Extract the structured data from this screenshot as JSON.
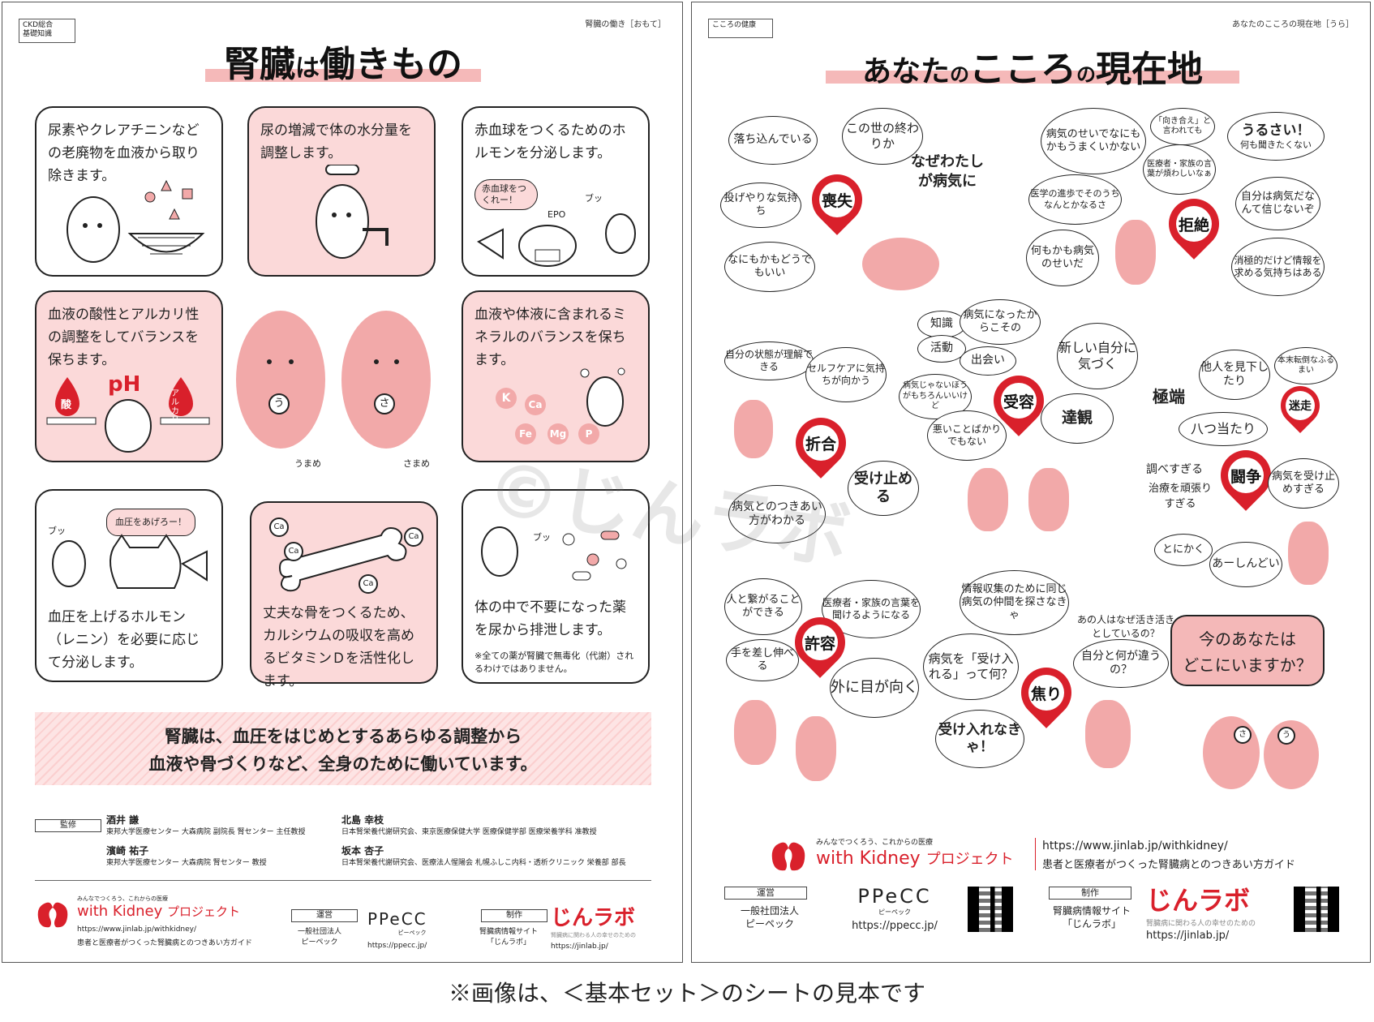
{
  "left": {
    "tag": [
      "CKD総合",
      "基礎知識"
    ],
    "corner": "腎臓の働き［おもて］",
    "title": {
      "a": "腎臓",
      "b": "は",
      "c": "働きもの"
    },
    "panels": {
      "p1": "尿素やクレアチニンなどの老廃物を血液から取り除きます。",
      "p2": "尿の増減で体の水分量を調整します。",
      "p3": "赤血球をつくるためのホルモンを分泌します。",
      "p3_bubble": "赤血球をつくれー！",
      "p3_epo": "EPO",
      "p3_sfx": "ブッ",
      "p4": "血液の酸性とアルカリ性の調整をしてバランスを保ちます。",
      "p4_acid": "酸",
      "p4_ph": "pH",
      "p4_alk": "アルカリ",
      "p5": "血液や体液に含まれるミネラルのバランスを保ちます。",
      "p5_minerals": [
        "K",
        "Ca",
        "Fe",
        "Mg",
        "P"
      ],
      "p6": "血圧を上げるホルモン（レニン）を必要に応じて分泌します。",
      "p6_bubble": "血圧をあげろー！",
      "p6_sfx": "ブッ",
      "p7": "丈夫な骨をつくるため、カルシウムの吸収を高めるビタミンＤを活性化します。",
      "p7_ca": "Ca",
      "p8": "体の中で不要になった薬を尿から排泄します。",
      "p8_note": "※全ての薬が腎臓で無毒化（代謝）されるわけではありません。",
      "p8_sfx": "ブッ"
    },
    "characters": {
      "left_badge": "う",
      "left_name": "うまめ",
      "right_badge": "さ",
      "right_name": "さまめ"
    },
    "band": [
      "腎臓は、血圧をはじめとするあらゆる調整から",
      "血液や骨づくりなど、全身のために働いています。"
    ],
    "supervision_label": "監修",
    "supervisors": [
      {
        "name": "酒井 謙",
        "aff": "東邦大学医療センター 大森病院 副院長 腎センター 主任教授"
      },
      {
        "name": "北島 幸枝",
        "aff": "日本腎栄養代謝研究会、東京医療保健大学 医療保健学部 医療栄養学科 准教授"
      },
      {
        "name": "濱崎 祐子",
        "aff": "東邦大学医療センター 大森病院 腎センター 教授"
      },
      {
        "name": "坂本 杏子",
        "aff": "日本腎栄養代謝研究会、医療法人惺陽会 札幌ふしこ内科・透析クリニック 栄養部 部長"
      }
    ],
    "footer": {
      "wk_small": "みんなでつくろう、これからの医療",
      "wk_name": "with Kidney",
      "wk_proj": "プロジェクト",
      "wk_url": "https://www.jinlab.jp/withkidney/",
      "wk_desc": "患者と医療者がつくった腎臓病とのつきあい方ガイド",
      "op_label": "運営",
      "op_org": [
        "一般社団法人",
        "ピーペック"
      ],
      "ppecc": "PPeCC",
      "ppecc_kana": "ピーペック",
      "ppecc_url": "https://ppecc.jp/",
      "made_label": "制作",
      "made_org": [
        "腎臓病情報サイト",
        "「じんラボ」"
      ],
      "jinlab": "じんラボ",
      "jinlab_sub": "腎臓病に関わる人の幸せのための",
      "jinlab_url": "https://jinlab.jp/"
    }
  },
  "right": {
    "tag": "こころの健康",
    "corner": "あなたのこころの現在地［うら］",
    "title": {
      "a": "あなた",
      "b": "の",
      "c": "こころ",
      "d": "の",
      "e": "現在地"
    },
    "pins": [
      "喪失",
      "拒絶",
      "受容",
      "折合",
      "闘争",
      "迷走",
      "許容",
      "焦り"
    ],
    "bubbles": {
      "b1": "落ち込んでいる",
      "b2": "この世の終わりか",
      "b3": "なぜわたしが病気に",
      "b4": "投げやりな気持ち",
      "b5": "なにもかもどうでもいい",
      "b6": "病気のせいでなにもかもうまくいかない",
      "b7": "「向き合え」と言われても",
      "b8": "うるさい！",
      "b8s": "何も聞きたくない",
      "b9": "医療者・家族の言葉が煩わしいなぁ",
      "b10": "医学の進歩でそのうちなんとかなるさ",
      "b11": "自分は病気だなんて信じないぞ",
      "b12": "何もかも病気のせいだ",
      "b13": "消極的だけど情報を求める気持ちはある",
      "b14": "知識",
      "b15": "活動",
      "b16": "病気になったからこその",
      "b17": "出会い",
      "b18": "新しい自分に気づく",
      "b19": "自分の状態が理解できる",
      "b20": "セルフケアに気持ちが向かう",
      "b21": "病気じゃないほうがもちろんいいけど",
      "b22": "悪いことばかりでもない",
      "b23": "達観",
      "b24": "受け止める",
      "b25": "病気とのつきあい方がわかる",
      "b26": "極端",
      "b27": "他人を見下したり",
      "b28": "本末転倒なふるまい",
      "b29": "八つ当たり",
      "b30": "調べすぎる",
      "b31": "治療を頑張りすぎる",
      "b32": "病気を受け止めすぎる",
      "b33": "とにかく",
      "b34": "あーしんどい",
      "b35": "人と繋がることができる",
      "b36": "医療者・家族の言葉を聞けるようになる",
      "b37": "手を差し伸べる",
      "b38": "外に目が向く",
      "b39": "情報収集のために同じ病気の仲間を探さなきゃ",
      "b40": "あの人はなぜ活き活きとしているの？",
      "b41": "自分と何が違うの？",
      "b42": "病気を「受け入れる」って何？",
      "b43": "受け入れなきゃ！"
    },
    "question": [
      "今のあなたは",
      "どこにいますか？"
    ],
    "q_badges": [
      "さ",
      "う"
    ],
    "footer": {
      "wk_small": "みんなでつくろう、これからの医療",
      "wk_name": "with Kidney",
      "wk_proj": "プロジェクト",
      "wk_url": "https://www.jinlab.jp/withkidney/",
      "wk_desc": "患者と医療者がつくった腎臓病とのつきあい方ガイド",
      "op_label": "運営",
      "op_org": [
        "一般社団法人",
        "ピーペック"
      ],
      "ppecc": "PPeCC",
      "ppecc_kana": "ピーペック",
      "ppecc_url": "https://ppecc.jp/",
      "made_label": "制作",
      "made_org": [
        "腎臓病情報サイト",
        "「じんラボ」"
      ],
      "jinlab": "じんラボ",
      "jinlab_sub": "腎臓病に関わる人の幸せのための",
      "jinlab_url": "https://jinlab.jp/"
    }
  },
  "watermark": "©じんラボ",
  "caption": "※画像は、＜基本セット＞のシートの見本です",
  "colors": {
    "accent": "#d9202b",
    "pink": "#fbd9d9",
    "kidney": "#f2a9a9"
  }
}
